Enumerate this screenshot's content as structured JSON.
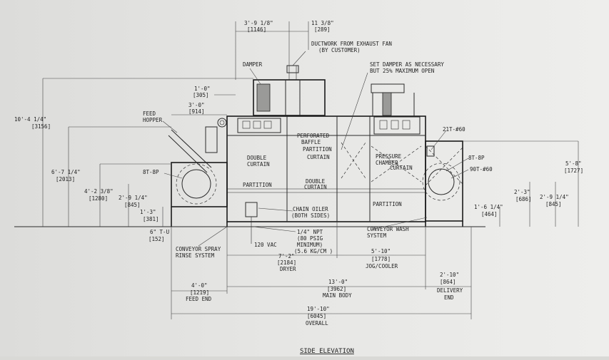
{
  "title": "SIDE ELEVATION",
  "top_dims": {
    "d1": "3'-9 1/8\"",
    "d1m": "[1146]",
    "d2": "11 3/8\"",
    "d2m": "[289]",
    "d3": "1'-0\"",
    "d3m": "[305]",
    "d4": "3'-0\"",
    "d4m": "[914]"
  },
  "left_dims": {
    "h1": "10'-4 1/4\"",
    "h1m": "[3156]",
    "h2": "6'-7 1/4\"",
    "h2m": "[2013]",
    "h3": "4'-2 3/8\"",
    "h3m": "[1280]",
    "h4": "2'-9 1/4\"",
    "h4m": "[845]",
    "h5": "1'-3\"",
    "h5m": "[381]",
    "h6": "6\" T-U",
    "h6m": "[152]"
  },
  "right_dims": {
    "r1": "5'-8\"",
    "r1m": "[1727]",
    "r2": "2'-3\"",
    "r2m": "[686]",
    "r3": "2'-9 1/4\"",
    "r3m": "[845]",
    "r4": "1'-6 1/4\"",
    "r4m": "[464]"
  },
  "bottom_dims": {
    "dryer": "7'-2\"",
    "dryer_m": "[2184]",
    "dryer_l": "DRYER",
    "jog": "5'-10\"",
    "jog_m": "[1778]",
    "jog_l": "JOG/COOLER",
    "feed": "4'-0\"",
    "feed_m": "[1219]",
    "feed_l": "FEED END",
    "main": "13'-0\"",
    "main_m": "[3962]",
    "main_l": "MAIN BODY",
    "deliv": "2'-10\"",
    "deliv_m": "[864]",
    "deliv_l1": "DELIVERY",
    "deliv_l2": "END",
    "overall": "19'-10\"",
    "overall_m": "[6045]",
    "overall_l": "OVERALL"
  },
  "labels": {
    "duct1": "DUCTWORK FROM EXHAUST FAN",
    "duct2": "(BY CUSTOMER)",
    "damper": "DAMPER",
    "setdamp1": "SET DAMPER AS NECESSARY",
    "setdamp2": "BUT 25% MAXIMUM OPEN",
    "feed1": "FEED",
    "feed2": "HOPPER",
    "perf1": "PERFORATED",
    "perf2": "BAFFLE",
    "partition_a": "PARTITION",
    "curtain_a": "CURTAIN",
    "dbl1": "DOUBLE",
    "dbl2": "CURTAIN",
    "partition_b": "PARTITION",
    "dbl3": "DOUBLE",
    "dbl4": "CURTAIN",
    "press1": "PRESSURE",
    "press2": "CHAMBER",
    "curtain_b": "CURTAIN",
    "partition_c": "PARTITION",
    "t21": "21T-#60",
    "bt8a": "8T-8P",
    "bt8b": "8T-8P",
    "t90": "90T-#60",
    "chain1": "CHAIN OILER",
    "chain2": "(BOTH SIDES)",
    "wash1": "CONVEYOR WASH",
    "wash2": "SYSTEM",
    "npt1": "1/4\" NPT",
    "npt2": "(80 PSIG",
    "npt3": "MINIMUM)",
    "npt4": "(5.6 KG/CM )",
    "vac": "120 VAC",
    "spray1": "CONVEYOR SPRAY",
    "spray2": "RINSE SYSTEM"
  }
}
